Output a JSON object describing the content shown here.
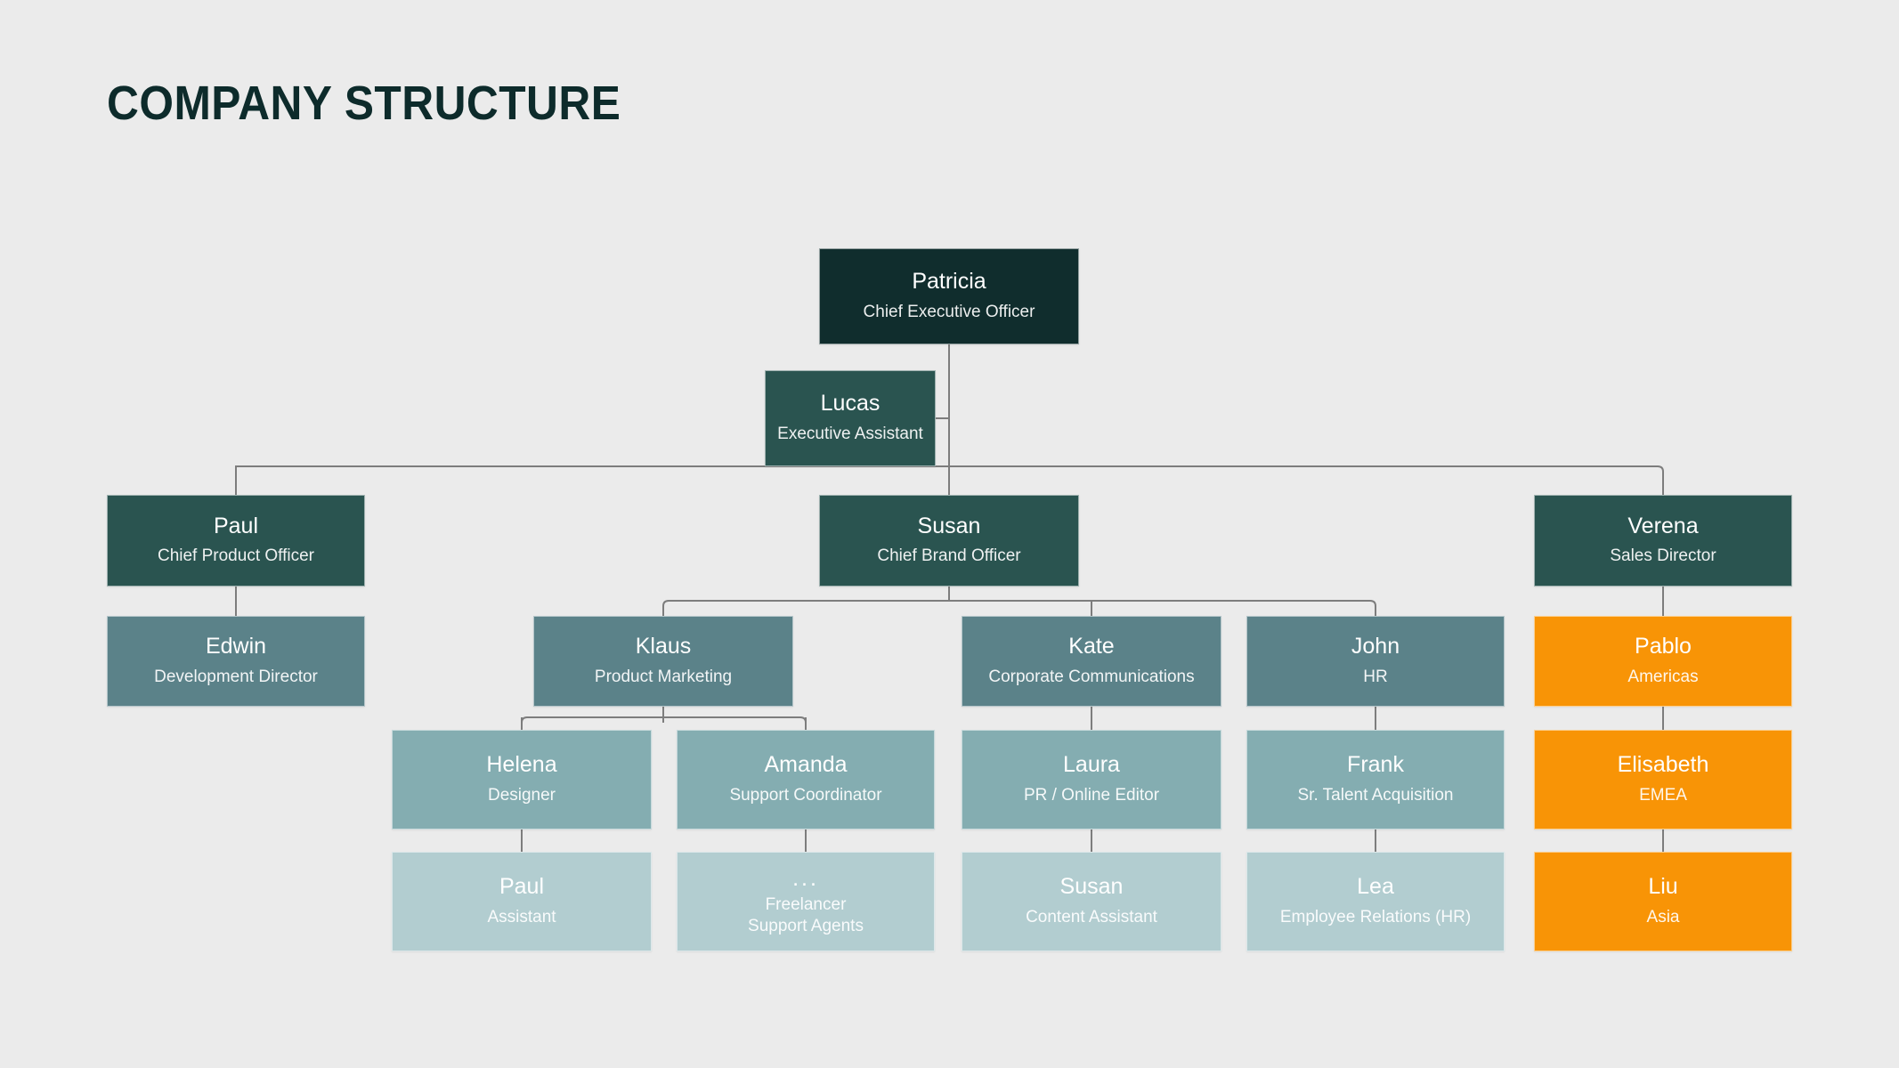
{
  "title": "COMPANY STRUCTURE",
  "colors": {
    "background": "#ebebeb",
    "title": "#0d2b2b",
    "level0": "#102d2d",
    "level1": "#2a5450",
    "level2": "#5b8289",
    "level3": "#84adb1",
    "level4": "#b2cdd0",
    "accent_orange": "#f89406",
    "connector": "#7d7d7d"
  },
  "chart_data": {
    "type": "diagram",
    "title": "COMPANY STRUCTURE",
    "nodes": [
      {
        "id": "patricia",
        "name": "Patricia",
        "role": "Chief Executive Officer",
        "level": 0,
        "color": "#102d2d",
        "parent": null
      },
      {
        "id": "lucas",
        "name": "Lucas",
        "role": "Executive Assistant",
        "level": 1,
        "color": "#2a5450",
        "parent": "patricia"
      },
      {
        "id": "paul_cpo",
        "name": "Paul",
        "role": "Chief Product Officer",
        "level": 1,
        "color": "#2a5450",
        "parent": "patricia"
      },
      {
        "id": "susan_cbo",
        "name": "Susan",
        "role": "Chief Brand Officer",
        "level": 1,
        "color": "#2a5450",
        "parent": "patricia"
      },
      {
        "id": "verena",
        "name": "Verena",
        "role": "Sales Director",
        "level": 1,
        "color": "#2a5450",
        "parent": "patricia"
      },
      {
        "id": "edwin",
        "name": "Edwin",
        "role": "Development Director",
        "level": 2,
        "color": "#5b8289",
        "parent": "paul_cpo"
      },
      {
        "id": "klaus",
        "name": "Klaus",
        "role": "Product Marketing",
        "level": 2,
        "color": "#5b8289",
        "parent": "susan_cbo"
      },
      {
        "id": "kate",
        "name": "Kate",
        "role": "Corporate Communications",
        "level": 2,
        "color": "#5b8289",
        "parent": "susan_cbo"
      },
      {
        "id": "john",
        "name": "John",
        "role": "HR",
        "level": 2,
        "color": "#5b8289",
        "parent": "susan_cbo"
      },
      {
        "id": "pablo",
        "name": "Pablo",
        "role": "Americas",
        "level": 2,
        "color": "#f89406",
        "parent": "verena"
      },
      {
        "id": "helena",
        "name": "Helena",
        "role": "Designer",
        "level": 3,
        "color": "#84adb1",
        "parent": "klaus"
      },
      {
        "id": "amanda",
        "name": "Amanda",
        "role": "Support Coordinator",
        "level": 3,
        "color": "#84adb1",
        "parent": "klaus"
      },
      {
        "id": "laura",
        "name": "Laura",
        "role": "PR / Online Editor",
        "level": 3,
        "color": "#84adb1",
        "parent": "kate"
      },
      {
        "id": "frank",
        "name": "Frank",
        "role": "Sr. Talent Acquisition",
        "level": 3,
        "color": "#84adb1",
        "parent": "john"
      },
      {
        "id": "elisabeth",
        "name": "Elisabeth",
        "role": "EMEA",
        "level": 3,
        "color": "#f89406",
        "parent": "pablo"
      },
      {
        "id": "paul_asst",
        "name": "Paul",
        "role": "Assistant",
        "level": 4,
        "color": "#b2cdd0",
        "parent": "helena"
      },
      {
        "id": "freelancer",
        "name": "...",
        "role": "Freelancer",
        "role2": "Support Agents",
        "level": 4,
        "color": "#b2cdd0",
        "parent": "amanda"
      },
      {
        "id": "susan_ca",
        "name": "Susan",
        "role": "Content Assistant",
        "level": 4,
        "color": "#b2cdd0",
        "parent": "laura"
      },
      {
        "id": "lea",
        "name": "Lea",
        "role": "Employee Relations (HR)",
        "level": 4,
        "color": "#b2cdd0",
        "parent": "frank"
      },
      {
        "id": "liu",
        "name": "Liu",
        "role": "Asia",
        "level": 4,
        "color": "#f89406",
        "parent": "elisabeth"
      }
    ]
  }
}
